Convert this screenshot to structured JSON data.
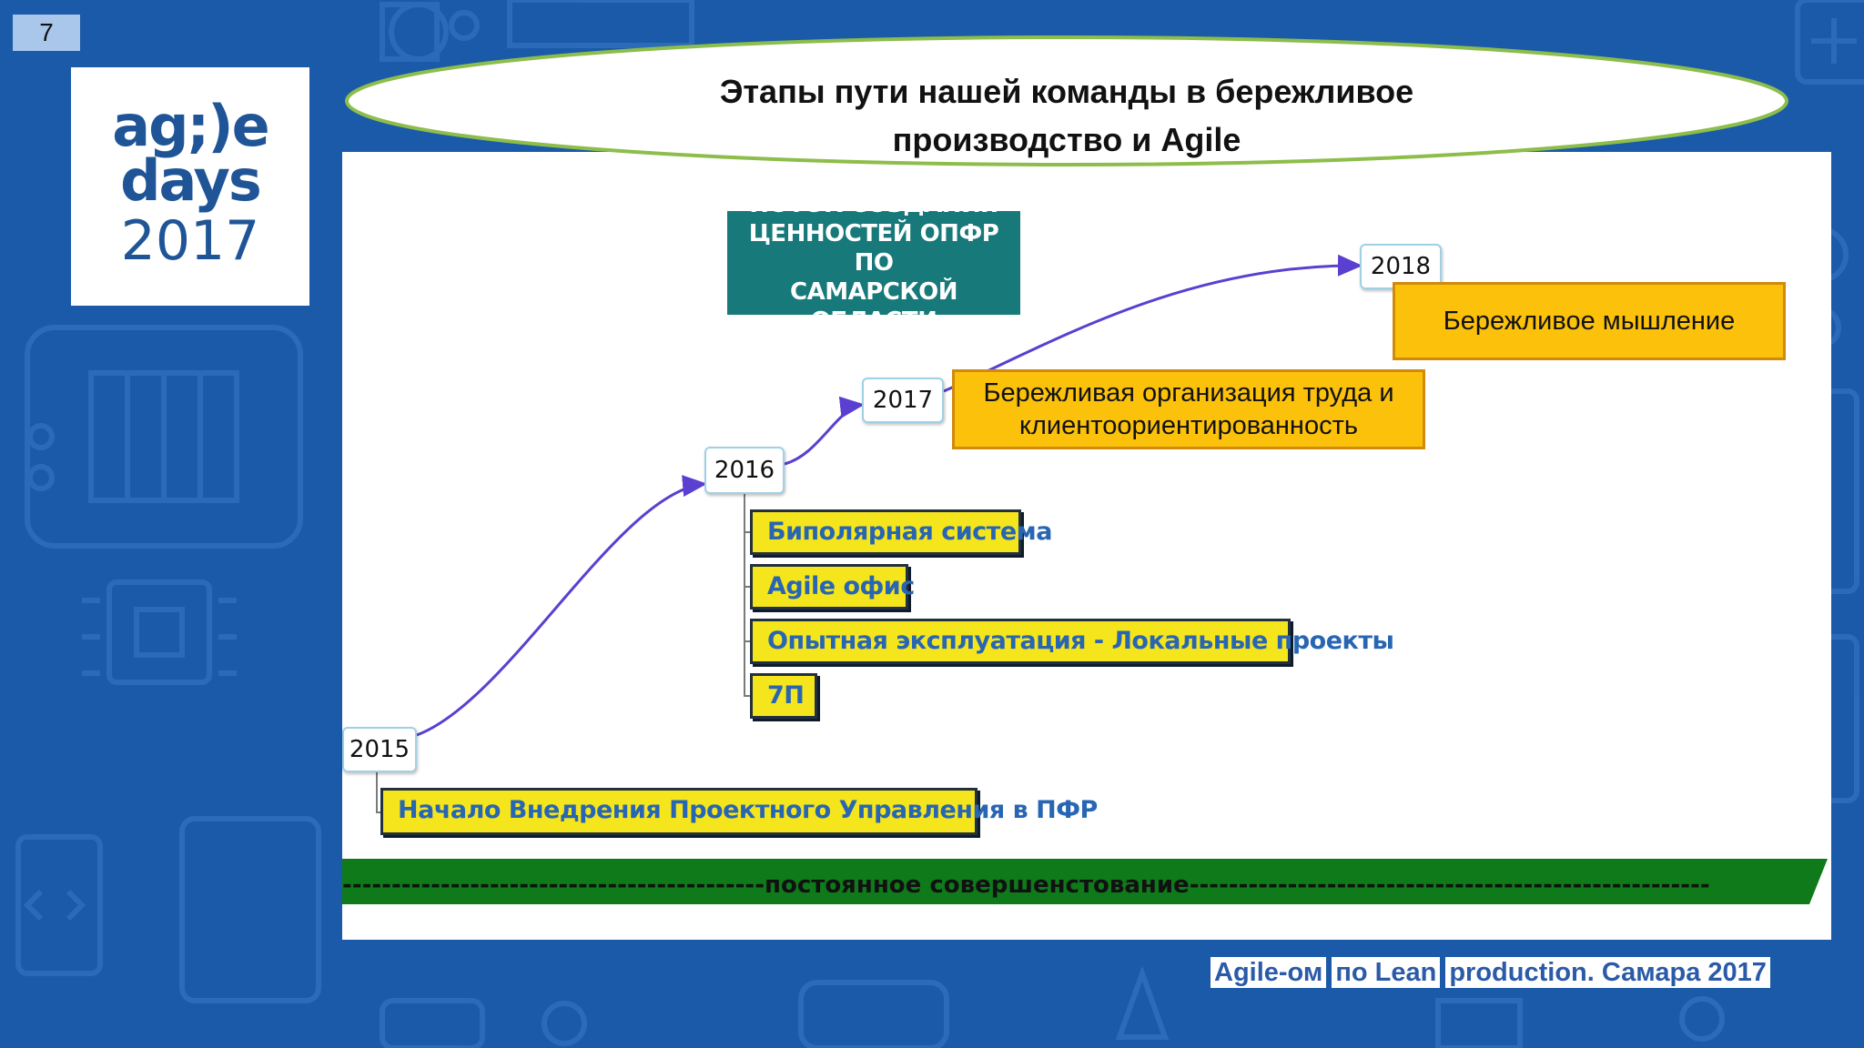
{
  "slide": {
    "number": "7"
  },
  "logo": {
    "line1": "ag;)e",
    "line2": "days",
    "line3": "2017"
  },
  "title": {
    "line1": "Этапы пути нашей команды в бережливое",
    "line2": "производство и Agile"
  },
  "stream_box": {
    "line1": "ПОТОК СОЗДАНИЯ",
    "line2": "ЦЕННОСТЕЙ ОПФР ПО",
    "line3": "САМАРСКОЙ ОБЛАСТИ"
  },
  "timeline": {
    "years": [
      "2015",
      "2016",
      "2017",
      "2018"
    ],
    "y2015_items": [
      "Начало Внедрения Проектного Управления в ПФР"
    ],
    "y2016_items": [
      "Биполярная система",
      "Agile офис",
      "Опытная эксплуатация - Локальные проекты",
      "7П"
    ],
    "y2017_item": {
      "line1": "Бережливая организация труда и",
      "line2": "клиентоориентированность"
    },
    "y2018_item": "Бережливое мышление"
  },
  "banner": {
    "text": "-------------------------------------------постоянное совершенстование-----------------------------------------------------"
  },
  "footer": {
    "part1": "Agile-ом",
    "part2": "по Lean",
    "part3": "production. Самара 2017"
  },
  "colors": {
    "background": "#1a5aa8",
    "stream_box": "#17797a",
    "yellow_box": "#f5e51c",
    "orange_box": "#fbc10b",
    "banner_green": "#0e7a1a",
    "arrow": "#5b3fd0"
  }
}
